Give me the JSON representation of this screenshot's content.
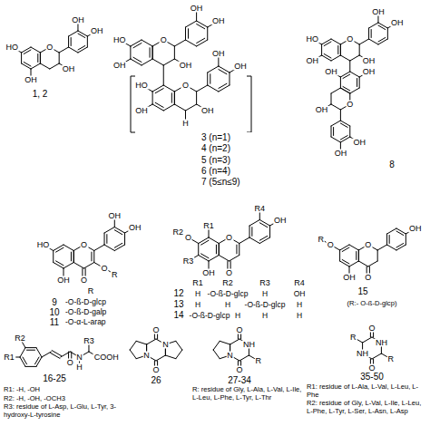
{
  "diagram": {
    "labels": [
      "HO",
      "OH",
      "O",
      "OH",
      "OH",
      "OH",
      "1, 2",
      "HO",
      "OH",
      "O",
      "OH",
      "OH",
      "OH",
      "HO",
      "OH",
      "O",
      "OH",
      "OH",
      "OH",
      "H",
      "n",
      "3 (n=1)",
      "4 (n=2)",
      "5 (n=3)",
      "6 (n=4)",
      "7 (5≤n≤9)",
      "HO",
      "OH",
      "O",
      "OH",
      "OH",
      "OH",
      "OH",
      "OH",
      "O",
      "OH",
      "OH",
      "OH",
      "8",
      "HO",
      "OH",
      "O",
      "O",
      "O",
      "R",
      "OH",
      "OH",
      "R",
      "9",
      "-O-ß-D-glcp",
      "10",
      "-O-ß-D-galp",
      "11",
      "-O-α-L-arap",
      "R1",
      "R2",
      "O",
      "R3",
      "OH",
      "O",
      "O",
      "R4",
      "OH",
      "R1",
      "R2",
      "R3",
      "R4",
      "12",
      "H",
      "-O-ß-D-glcp",
      "H",
      "OH",
      "13",
      "H",
      "H",
      "-O-ß-D-glcp",
      "H",
      "14",
      "-O-ß-D-glcp",
      "H",
      "H",
      "H",
      "R",
      "O",
      "OH",
      "O",
      "O",
      "OH",
      "15",
      "(R:- O-ß-D-glcp)",
      "R2",
      "R1",
      "O",
      "N",
      "H",
      "R3",
      "COOH",
      "16-25",
      "R1: -H, -OH",
      "R2: -H, -OH, -OCH3",
      "R3: residue of L-Asp, L-Glu, L-Tyr, 3-hydroxy-L-tyrosine",
      "O",
      "O",
      "N",
      "N",
      "26",
      "O",
      "O",
      "N",
      "NH",
      "R",
      "27-34",
      "R: residue of Gly, L-Ala, L-Val, L-Ile, L-Leu, L-Phe, L-Tyr, L-Thr",
      "O",
      "O",
      "NH",
      "NH",
      "R",
      "R",
      "35-50",
      "R1: residue of L-Ala, L-Val, L-Leu, L-Phe",
      "R2: residue of Gly, L-Val, L-Ile, L-Leu, L-Phe, L-Tyr, L-Ser, L-Asn, L-Asp"
    ]
  }
}
